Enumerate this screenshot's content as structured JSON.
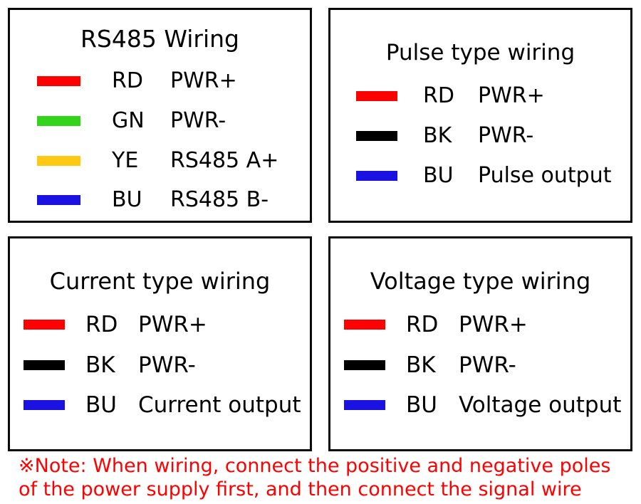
{
  "colors": {
    "red": "#ff0000",
    "green": "#33d41b",
    "yellow": "#ffc815",
    "blue": "#1a12e0",
    "black": "#000000",
    "note_red": "#ff0000",
    "border": "#0a0a0a",
    "background": "#ffffff"
  },
  "panels": [
    {
      "id": "rs485",
      "title": "RS485 Wiring",
      "rows": [
        {
          "swatch": "red",
          "code": "RD",
          "desc": "PWR+"
        },
        {
          "swatch": "green",
          "code": "GN",
          "desc": "PWR-"
        },
        {
          "swatch": "yellow",
          "code": "YE",
          "desc": "RS485 A+"
        },
        {
          "swatch": "blue",
          "code": "BU",
          "desc": "RS485 B-"
        }
      ]
    },
    {
      "id": "pulse",
      "title": "Pulse type wiring",
      "rows": [
        {
          "swatch": "red",
          "code": "RD",
          "desc": "PWR+"
        },
        {
          "swatch": "black",
          "code": "BK",
          "desc": "PWR-"
        },
        {
          "swatch": "blue",
          "code": "BU",
          "desc": "Pulse output"
        }
      ]
    },
    {
      "id": "current",
      "title": "Current type wiring",
      "rows": [
        {
          "swatch": "red",
          "code": "RD",
          "desc": "PWR+"
        },
        {
          "swatch": "black",
          "code": "BK",
          "desc": "PWR-"
        },
        {
          "swatch": "blue",
          "code": "BU",
          "desc": "Current output"
        }
      ]
    },
    {
      "id": "voltage",
      "title": "Voltage type wiring",
      "rows": [
        {
          "swatch": "red",
          "code": "RD",
          "desc": "PWR+"
        },
        {
          "swatch": "black",
          "code": "BK",
          "desc": "PWR-"
        },
        {
          "swatch": "blue",
          "code": "BU",
          "desc": "Voltage output"
        }
      ]
    }
  ],
  "note": {
    "marker": "※",
    "line1": "※Note: When wiring, connect the positive and negative poles",
    "line2": "of the power supply first, and then connect the signal wire",
    "full": "※Note: When wiring, connect the positive and negative poles of the power supply first, and then connect the signal wire"
  }
}
